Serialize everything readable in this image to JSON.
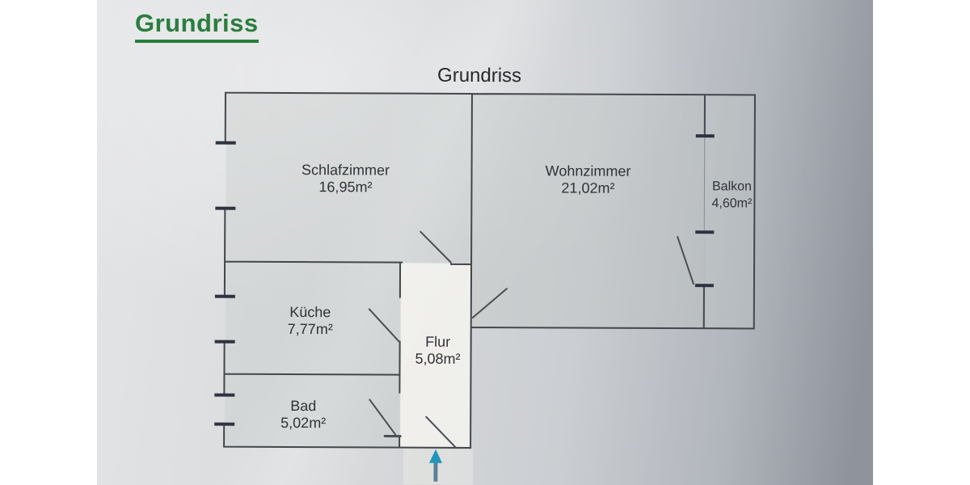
{
  "page": {
    "heading": "Grundriss"
  },
  "plan": {
    "title": "Grundriss",
    "rooms": [
      {
        "name": "Schlafzimmer",
        "area": "16,95m²"
      },
      {
        "name": "Wohnzimmer",
        "area": "21,02m²"
      },
      {
        "name": "Balkon",
        "area": "4,60m²"
      },
      {
        "name": "Küche",
        "area": "7,77m²"
      },
      {
        "name": "Flur",
        "area": "5,08m²"
      },
      {
        "name": "Bad",
        "area": "5,02m²"
      }
    ],
    "entrance_arrow": {
      "icon": "arrow-up-icon",
      "direction": "up",
      "color": "#2196ba"
    }
  },
  "colors": {
    "heading_green": "#2b7d3e",
    "wall_line": "#43464c",
    "window_tick": "#2e3340",
    "paper_light": "#e3e4e6",
    "paper_dark": "#8f949c",
    "flur_highlight": "#f4f3ee"
  }
}
